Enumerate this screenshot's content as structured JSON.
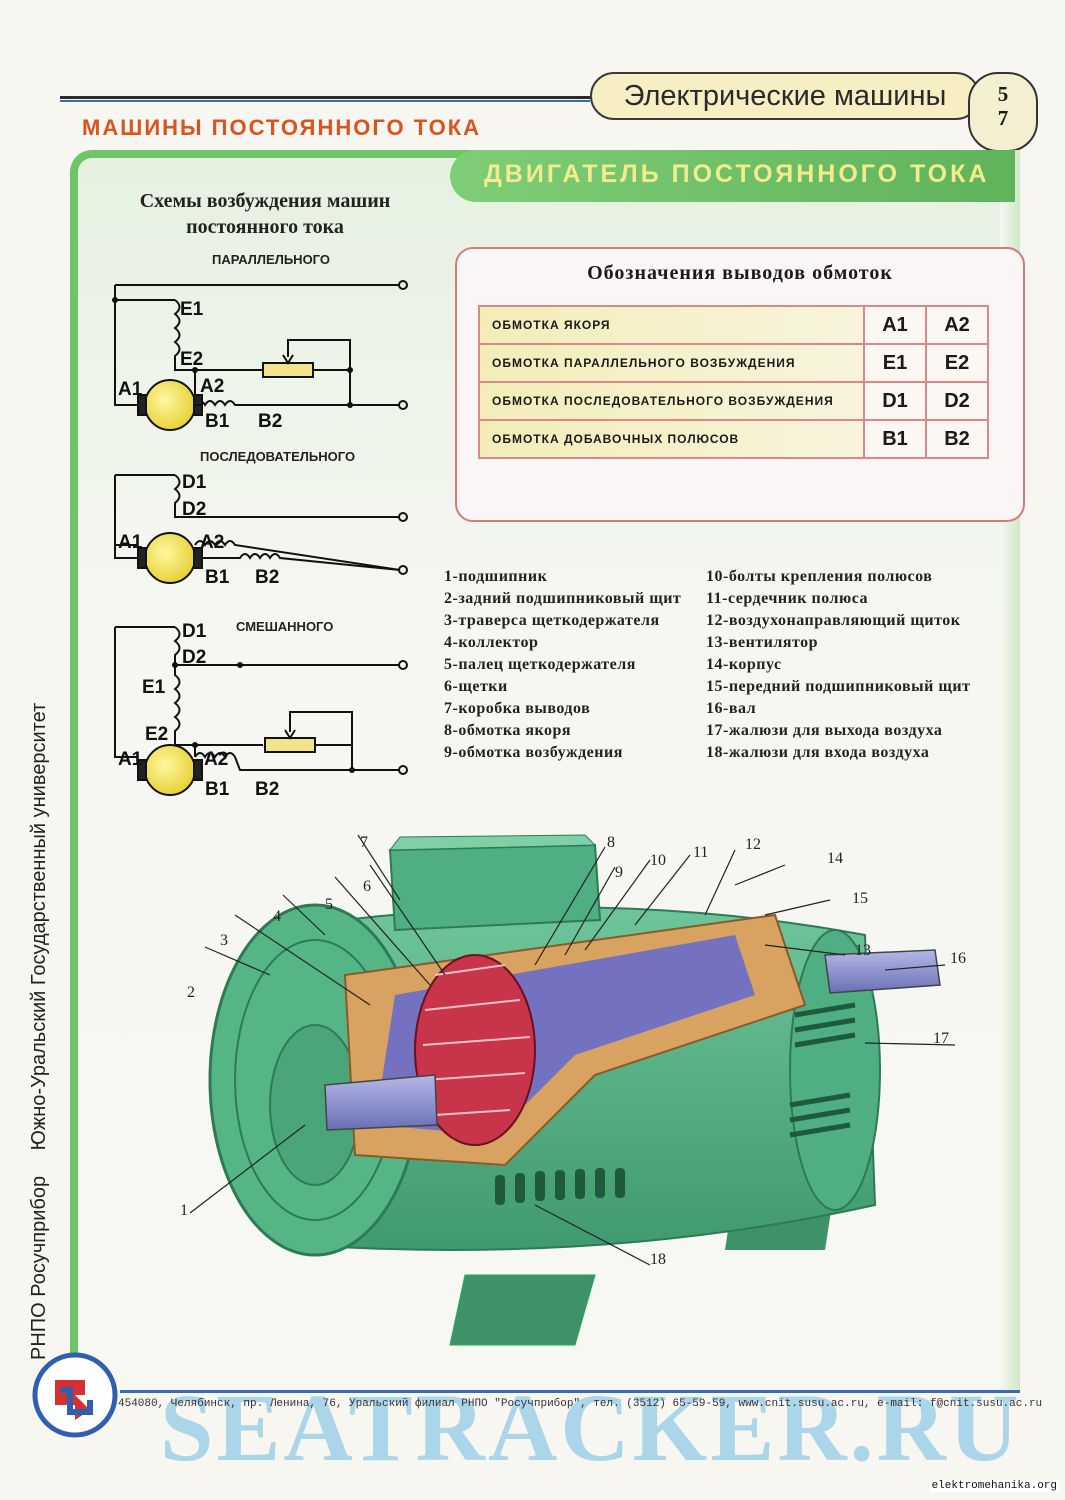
{
  "header": {
    "series_title": "Электрические машины",
    "page_top": "5",
    "page_bottom": "7",
    "section": "МАШИНЫ ПОСТОЯННОГО ТОКА",
    "topic": "ДВИГАТЕЛЬ ПОСТОЯННОГО ТОКА"
  },
  "schemes": {
    "title": "Схемы возбуждения машин постоянного тока",
    "parallel": "ПАРАЛЛЕЛЬНОГО",
    "series": "ПОСЛЕДОВАТЕЛЬНОГО",
    "mixed": "СМЕШАННОГО",
    "labels": {
      "a1": "A1",
      "a2": "A2",
      "b1": "B1",
      "b2": "B2",
      "d1": "D1",
      "d2": "D2",
      "e1": "E1",
      "e2": "E2"
    }
  },
  "legend": {
    "title": "Обозначения выводов обмоток",
    "rows": [
      {
        "name": "ОБМОТКА ЯКОРЯ",
        "t1": "A1",
        "t2": "A2"
      },
      {
        "name": "ОБМОТКА ПАРАЛЛЕЛЬНОГО ВОЗБУЖДЕНИЯ",
        "t1": "E1",
        "t2": "E2"
      },
      {
        "name": "ОБМОТКА ПОСЛЕДОВАТЕЛЬНОГО ВОЗБУЖДЕНИЯ",
        "t1": "D1",
        "t2": "D2"
      },
      {
        "name": "ОБМОТКА ДОБАВОЧНЫХ ПОЛЮСОВ",
        "t1": "B1",
        "t2": "B2"
      }
    ]
  },
  "parts_left": [
    {
      "n": "1-",
      "t": "подшипник"
    },
    {
      "n": "2-",
      "t": "задний подшипниковый щит"
    },
    {
      "n": "3-",
      "t": "траверса щеткодержателя"
    },
    {
      "n": "4-",
      "t": "коллектор"
    },
    {
      "n": "5-",
      "t": "палец щеткодержателя"
    },
    {
      "n": "6-",
      "t": "щетки"
    },
    {
      "n": "7-",
      "t": "коробка выводов"
    },
    {
      "n": "8-",
      "t": "обмотка якоря"
    },
    {
      "n": "9-",
      "t": "обмотка возбуждения"
    }
  ],
  "parts_right": [
    {
      "n": "10-",
      "t": "болты крепления полюсов"
    },
    {
      "n": "11-",
      "t": "сердечник полюса"
    },
    {
      "n": "12-",
      "t": "воздухонаправляющий щиток"
    },
    {
      "n": "13-",
      "t": "вентилятор"
    },
    {
      "n": "14-",
      "t": "корпус"
    },
    {
      "n": "15-",
      "t": "передний подшипниковый щит"
    },
    {
      "n": "16-",
      "t": "вал"
    },
    {
      "n": "17-",
      "t": "жалюзи для выхода воздуха"
    },
    {
      "n": "18-",
      "t": "жалюзи для входа воздуха"
    }
  ],
  "callouts": [
    "1",
    "2",
    "3",
    "4",
    "5",
    "6",
    "7",
    "8",
    "9",
    "10",
    "11",
    "12",
    "13",
    "14",
    "15",
    "16",
    "17",
    "18"
  ],
  "side": {
    "publisher": "РНПО Росучприбор",
    "university": "Южно-Уральский Государственный университет"
  },
  "footer": {
    "address": "454080, Челябинск, пр. Ленина, 76, Уральский филиал РНПО \"Росучприбор\", тел. (3512) 65-59-59, www.cnit.susu.ac.ru, e-mail: f@cnit.susu.ac.ru",
    "watermark": "SEATRACKER.RU",
    "credit": "elektromehanika.org"
  },
  "colors": {
    "accent_green": "#6fc46a",
    "section_orange": "#d9541e",
    "motor_green": "#4fae82",
    "legend_border": "#d97a7a"
  }
}
